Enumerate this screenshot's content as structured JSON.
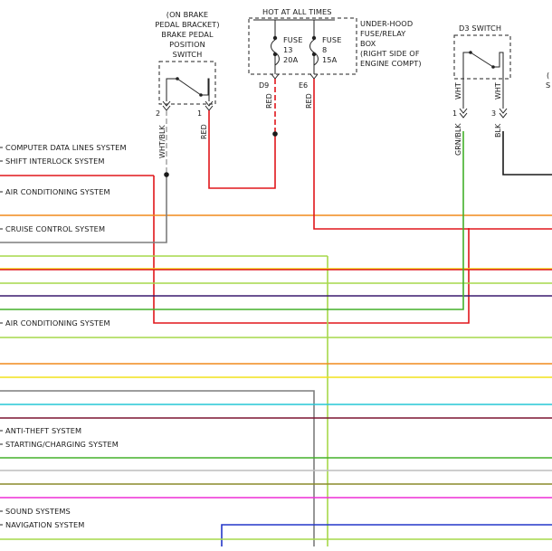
{
  "components": {
    "brake_switch": {
      "caption": [
        "(ON BRAKE",
        "PEDAL BRACKET)",
        "BRAKE PEDAL",
        "POSITION",
        "SWITCH"
      ],
      "pin_left": "2",
      "pin_right": "1",
      "wire_left": "WHT/BLK",
      "wire_right": "RED"
    },
    "fuse_box": {
      "header": "HOT AT ALL TIMES",
      "fuse13": [
        "FUSE",
        "13",
        "20A"
      ],
      "fuse8": [
        "FUSE",
        "8",
        "15A"
      ],
      "description": [
        "UNDER-HOOD",
        "FUSE/RELAY",
        "BOX",
        "(RIGHT SIDE OF",
        "ENGINE COMPT)"
      ],
      "conn_d9": "D9",
      "conn_e6": "E6",
      "wire_d9": "RED",
      "wire_e6": "RED"
    },
    "d3_switch": {
      "title": "D3 SWITCH",
      "pin_left": "1",
      "pin_right": "3",
      "wire_left_top": "WHT",
      "wire_right_top": "WHT",
      "wire_left_bottom": "GRN/BLK",
      "wire_right_bottom": "BLK"
    },
    "edge_fragment": {
      "top": "(",
      "bottom": "S"
    }
  },
  "systems": [
    "COMPUTER DATA LINES SYSTEM",
    "SHIFT INTERLOCK SYSTEM",
    "AIR CONDITIONING SYSTEM",
    "CRUISE CONTROL SYSTEM",
    "AIR CONDITIONING SYSTEM",
    "ANTI-THEFT SYSTEM",
    "STARTING/CHARGING SYSTEM",
    "SOUND SYSTEMS",
    "NAVIGATION SYSTEM"
  ],
  "colors": {
    "red": "#e0161b",
    "orange": "#f08a1c",
    "green": "#43b02a",
    "yellowgreen": "#a6d84a",
    "yellow": "#f2e21a",
    "purple": "#3a1a6e",
    "darkred": "#7b1530",
    "cyan": "#27c7d6",
    "magenta": "#ee2fd6",
    "gray": "#7d7d7d",
    "lightgray": "#bdbdbd",
    "olive": "#8a8a2a",
    "blue": "#2436c8",
    "black": "#1a1a1a"
  }
}
